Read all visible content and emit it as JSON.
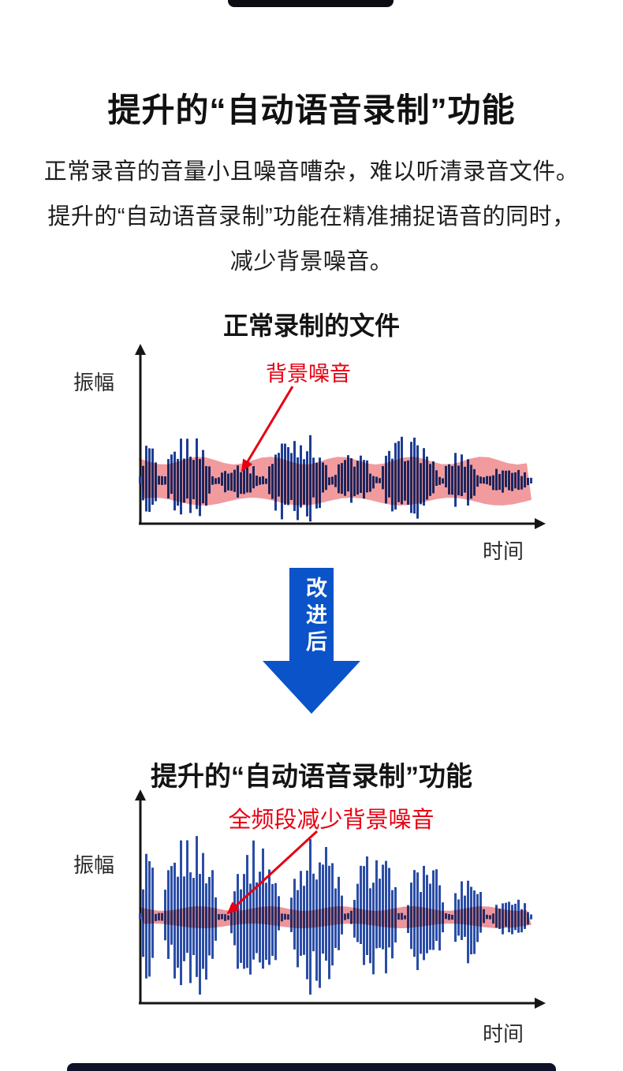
{
  "header": {
    "title": "提升的“自动语音录制”功能"
  },
  "intro": {
    "line1": "正常录音的音量小且噪音嘈杂，难以听清录音文件。",
    "line2": "提升的“自动语音录制”功能在精准捕捉语音的同时，",
    "line3": "减少背景噪音。"
  },
  "transition": {
    "label": "改进后",
    "arrow_color": "#0a53c8"
  },
  "charts": {
    "before": {
      "title": "正常录制的文件",
      "y_axis_label": "振幅",
      "x_axis_label": "时间",
      "annotation": "背景噪音",
      "annotation_color": "#e60012",
      "wave_color": "#1e3c92",
      "noise_band_color": "#ef8d92",
      "noise_band_half_height": 26,
      "base_amp": 0.1,
      "bursts": [
        [
          0,
          0.045,
          0.8
        ],
        [
          0.065,
          0.185,
          0.9
        ],
        [
          0.2,
          0.31,
          0.38
        ],
        [
          0.325,
          0.48,
          1.0
        ],
        [
          0.495,
          0.6,
          0.55
        ],
        [
          0.615,
          0.76,
          0.88
        ],
        [
          0.775,
          0.865,
          0.6
        ],
        [
          0.875,
          1.0,
          0.28
        ]
      ]
    },
    "after": {
      "title": "提升的“自动语音录制”功能",
      "y_axis_label": "振幅",
      "x_axis_label": "时间",
      "annotation": "全频段减少背景噪音",
      "annotation_color": "#e60012",
      "wave_color": "#2a4da6",
      "noise_band_color": "#ea868d",
      "noise_band_half_height": 11,
      "base_amp": 0.05,
      "bursts": [
        [
          0,
          0.04,
          0.85
        ],
        [
          0.06,
          0.2,
          1.0
        ],
        [
          0.23,
          0.36,
          0.9
        ],
        [
          0.38,
          0.52,
          0.95
        ],
        [
          0.54,
          0.66,
          0.8
        ],
        [
          0.68,
          0.78,
          0.7
        ],
        [
          0.8,
          0.88,
          0.55
        ],
        [
          0.9,
          1.0,
          0.25
        ]
      ]
    }
  }
}
